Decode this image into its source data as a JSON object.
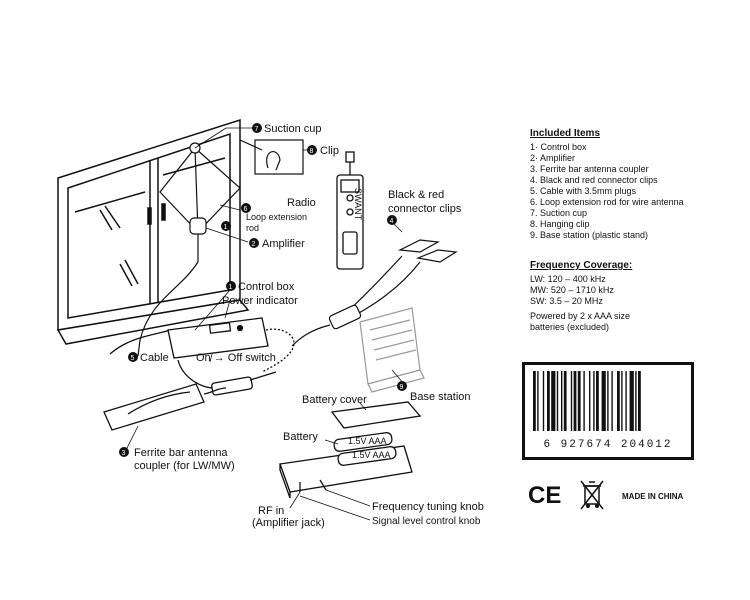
{
  "labels": {
    "suction_cup": "Suction cup",
    "clip": "Clip",
    "radio": "Radio",
    "black_red_clips": [
      "Black & red",
      "connector clips"
    ],
    "loop_rod": [
      "Loop extension",
      "rod"
    ],
    "amplifier": "Amplifier",
    "control_box": "Control box",
    "power_indicator": "Power indicator",
    "cable": "Cable",
    "on_off": "On → Off switch",
    "base_station": "Base station",
    "battery_cover": "Battery cover",
    "battery": "Battery",
    "battery_aaa": "1.5V AAA",
    "ferrite": [
      "Ferrite bar antenna",
      "coupler (for LW/MW)"
    ],
    "rf_in": [
      "RF in",
      "(Amplifier jack)"
    ],
    "freq_knob": "Frequency tuning knob",
    "signal_knob": "Signal level control knob",
    "radio_brand": "SWANT"
  },
  "numbers": [
    "1",
    "2",
    "3",
    "4",
    "5",
    "6",
    "7",
    "8",
    "9"
  ],
  "included": {
    "heading": "Included Items",
    "items": [
      "1· Control box",
      "2· Amplifier",
      "3. Ferrite bar antenna coupler",
      "4. Black and red connector clips",
      "5. Cable with 3.5mm plugs",
      "6. Loop extension rod for wire antenna",
      "7. Suction cup",
      "8. Hanging clip",
      "9. Base station (plastic stand)"
    ]
  },
  "frequency": {
    "heading": "Frequency Coverage:",
    "lines": [
      "LW:  120 – 400 kHz",
      "MW:  520 – 1710 kHz",
      "SW:  3.5 – 20 MHz"
    ]
  },
  "powered": [
    "Powered by 2 x AAA size",
    "batteries (excluded)"
  ],
  "barcode": {
    "digits": "6 927674 204012"
  },
  "marks": {
    "ce": "CE",
    "made_in": "MADE IN CHINA"
  }
}
